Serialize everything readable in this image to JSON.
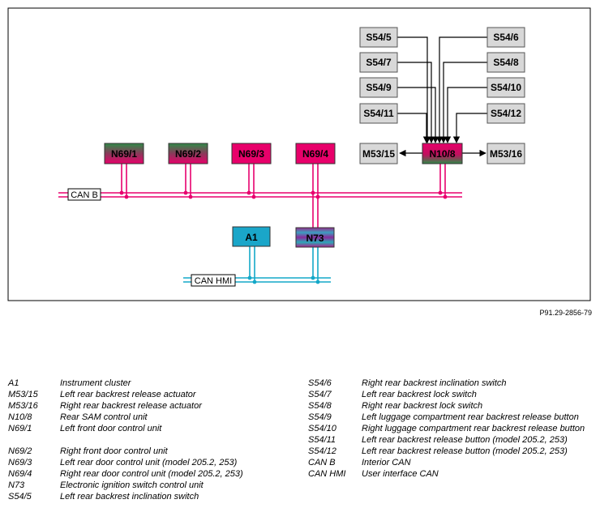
{
  "diagram": {
    "figure_id": "P91.29-2856-79",
    "components": {
      "S54_5": "S54/5",
      "S54_6": "S54/6",
      "S54_7": "S54/7",
      "S54_8": "S54/8",
      "S54_9": "S54/9",
      "S54_10": "S54/10",
      "S54_11": "S54/11",
      "S54_12": "S54/12",
      "M53_15": "M53/15",
      "M53_16": "M53/16",
      "N10_8": "N10/8",
      "N69_1": "N69/1",
      "N69_2": "N69/2",
      "N69_3": "N69/3",
      "N69_4": "N69/4",
      "A1": "A1",
      "N73": "N73"
    },
    "buses": {
      "can_b": "CAN B",
      "can_hmi": "CAN HMI"
    },
    "colors": {
      "can_b": "#e8006e",
      "can_hmi": "#14a8c8",
      "a1_fill": "#1aa6c9",
      "n69_fill": "#e8006a",
      "n69_green": "#3a8a4a",
      "gray_fill": "#d8d8d8"
    }
  },
  "legend": {
    "left": [
      {
        "key": "A1",
        "desc": "Instrument cluster"
      },
      {
        "key": "M53/15",
        "desc": "Left rear backrest release actuator"
      },
      {
        "key": "M53/16",
        "desc": "Right rear backrest release actuator"
      },
      {
        "key": "N10/8",
        "desc": "Rear SAM control unit"
      },
      {
        "key": "N69/1",
        "desc": "Left front door control unit"
      },
      {
        "key": "",
        "desc": ""
      },
      {
        "key": "N69/2",
        "desc": "Right front door control unit"
      },
      {
        "key": "N69/3",
        "desc": "Left rear door control unit (model 205.2, 253)"
      },
      {
        "key": "N69/4",
        "desc": "Right rear door control unit (model 205.2, 253)"
      },
      {
        "key": "N73",
        "desc": "Electronic ignition switch control unit"
      },
      {
        "key": "S54/5",
        "desc": "Left rear backrest inclination switch"
      }
    ],
    "right": [
      {
        "key": "S54/6",
        "desc": "Right rear backrest inclination switch"
      },
      {
        "key": "S54/7",
        "desc": "Left rear backrest lock switch"
      },
      {
        "key": "S54/8",
        "desc": "Right rear backrest lock switch"
      },
      {
        "key": "S54/9",
        "desc": "Left luggage compartment rear backrest release button"
      },
      {
        "key": "S54/10",
        "desc": "Right luggage compartment rear backrest release button"
      },
      {
        "key": "S54/11",
        "desc": "Left rear backrest release button (model 205.2, 253)"
      },
      {
        "key": "S54/12",
        "desc": "Left rear backrest release button (model 205.2, 253)"
      },
      {
        "key": "CAN B",
        "desc": "Interior CAN"
      },
      {
        "key": "CAN HMI",
        "desc": "User interface CAN"
      }
    ]
  }
}
